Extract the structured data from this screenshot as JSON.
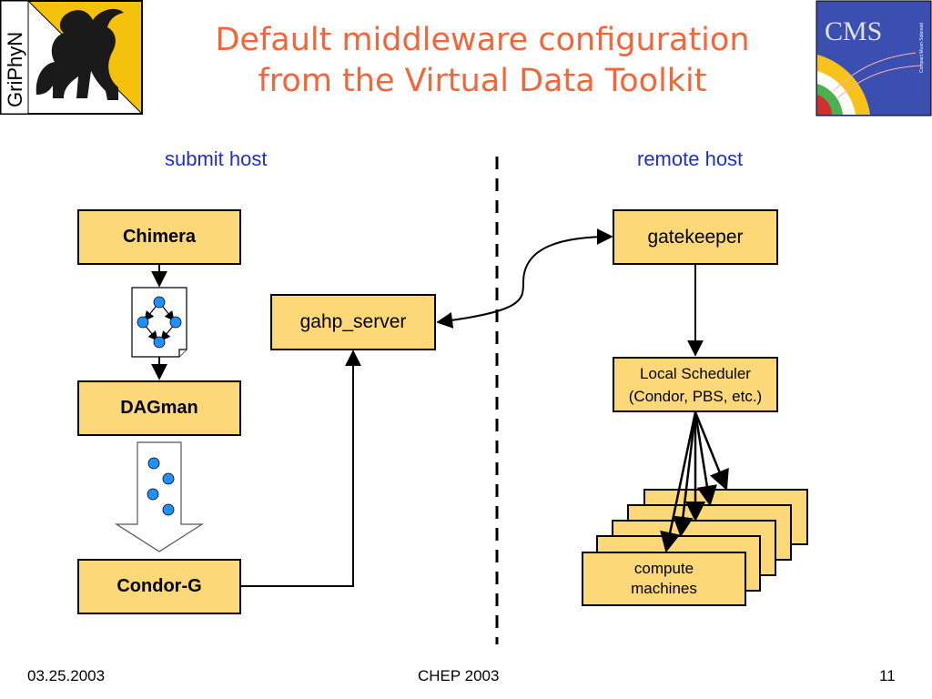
{
  "title_line1": "Default middleware configuration",
  "title_line2": "from the Virtual Data Toolkit",
  "logo_left_text": "GriPhyN",
  "logo_right_text": "CMS",
  "logo_right_subtext": "Compact Muon Solenoid",
  "submit_host_label": "submit host",
  "remote_host_label": "remote host",
  "boxes": {
    "chimera": "Chimera",
    "dagman": "DAGman",
    "condor_g": "Condor-G",
    "gahp_server": "gahp_server",
    "gatekeeper": "gatekeeper",
    "local_scheduler_line1": "Local Scheduler",
    "local_scheduler_line2": "(Condor, PBS, etc.)",
    "compute_line1": "compute",
    "compute_line2": "machines"
  },
  "footer": {
    "date": "03.25.2003",
    "event": "CHEP 2003",
    "page": "11"
  },
  "colors": {
    "title": "#f2663a",
    "host_label": "#1f2fc8",
    "box_fill": "#fdd878",
    "node_fill": "#1e90ff"
  }
}
